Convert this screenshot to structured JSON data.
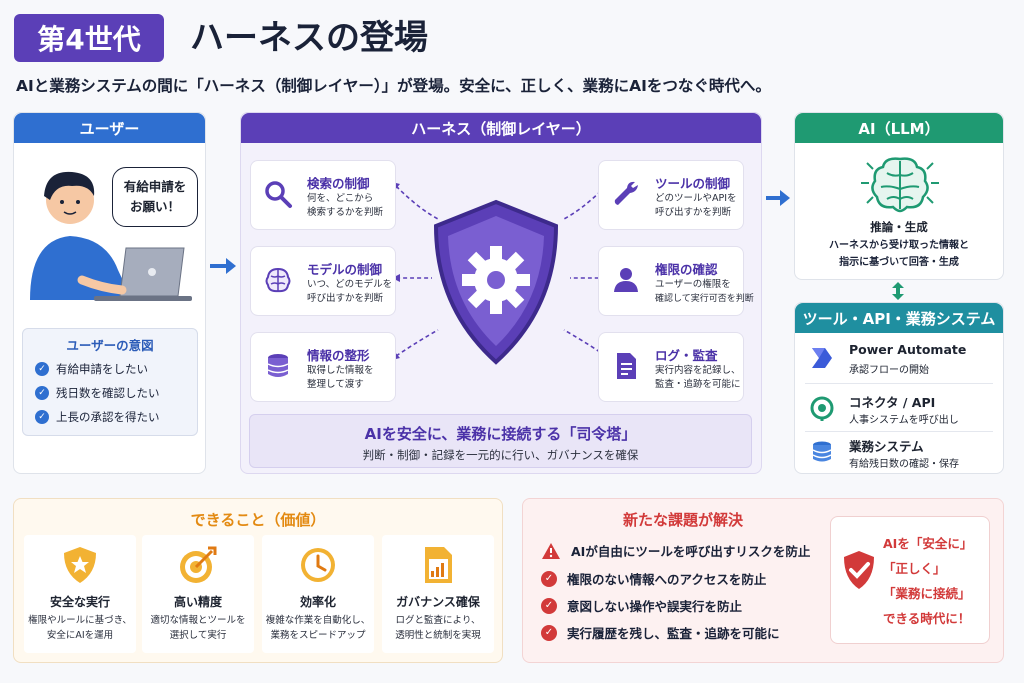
{
  "header": {
    "badge": "第4世代",
    "title": "ハーネスの登場",
    "subtitle": "AIと業務システムの間に「ハーネス（制御レイヤー）」が登場。安全に、正しく、業務にAIをつなぐ時代へ。"
  },
  "user_panel": {
    "title": "ユーザー",
    "bubble_line1": "有給申請を",
    "bubble_line2": "お願い！",
    "intent_title": "ユーザーの意図",
    "intents": [
      "有給申請をしたい",
      "残日数を確認したい",
      "上長の承認を得たい"
    ]
  },
  "harness_panel": {
    "title": "ハーネス（制御レイヤー）",
    "controls": [
      {
        "title": "検索の制御",
        "line1": "何を、どこから",
        "line2": "検索するかを判断",
        "icon": "search-icon"
      },
      {
        "title": "モデルの制御",
        "line1": "いつ、どのモデルを",
        "line2": "呼び出すかを判断",
        "icon": "brain-icon"
      },
      {
        "title": "情報の整形",
        "line1": "取得した情報を",
        "line2": "整理して渡す",
        "icon": "database-icon"
      },
      {
        "title": "ツールの制御",
        "line1": "どのツールやAPIを",
        "line2": "呼び出すかを判断",
        "icon": "wrench-icon"
      },
      {
        "title": "権限の確認",
        "line1": "ユーザーの権限を",
        "line2": "確認して実行可否を判断",
        "icon": "user-icon"
      },
      {
        "title": "ログ・監査",
        "line1": "実行内容を記録し、",
        "line2": "監査・追跡を可能に",
        "icon": "document-icon"
      }
    ],
    "command_title": "AIを安全に、業務に接続する「司令塔」",
    "command_sub": "判断・制御・記録を一元的に行い、ガバナンスを確保"
  },
  "ai_panel": {
    "title": "AI（LLM）",
    "label": "推論・生成",
    "desc_line1": "ハーネスから受け取った情報と",
    "desc_line2": "指示に基づいて回答・生成"
  },
  "tools_panel": {
    "title": "ツール・API・業務システム",
    "items": [
      {
        "title": "Power Automate",
        "desc": "承認フローの開始",
        "icon": "power-automate-icon"
      },
      {
        "title": "コネクタ / API",
        "desc": "人事システムを呼び出し",
        "icon": "connector-icon"
      },
      {
        "title": "業務システム",
        "desc": "有給残日数の確認・保存",
        "icon": "database-icon"
      }
    ]
  },
  "value_panel": {
    "title": "できること（価値）",
    "items": [
      {
        "title": "安全な実行",
        "line1": "権限やルールに基づき、",
        "line2": "安全にAIを運用",
        "icon": "shield-star-icon"
      },
      {
        "title": "高い精度",
        "line1": "適切な情報とツールを",
        "line2": "選択して実行",
        "icon": "target-icon"
      },
      {
        "title": "効率化",
        "line1": "複雑な作業を自動化し、",
        "line2": "業務をスピードアップ",
        "icon": "clock-icon"
      },
      {
        "title": "ガバナンス確保",
        "line1": "ログと監査により、",
        "line2": "透明性と統制を実現",
        "icon": "report-icon"
      }
    ]
  },
  "solve_panel": {
    "title": "新たな課題が解決",
    "items": [
      "AIが自由にツールを呼び出すリスクを防止",
      "権限のない情報へのアクセスを防止",
      "意図しない操作や誤実行を防止",
      "実行履歴を残し、監査・追跡を可能に"
    ],
    "slogan": [
      "AIを「安全に」",
      "「正しく」",
      "「業務に接続」",
      "できる時代に！"
    ]
  },
  "colors": {
    "purple": "#5b3fb7",
    "blue": "#2f6fd0",
    "green": "#1f9a72",
    "teal": "#1f8fa0",
    "orange": "#e38a12",
    "red": "#d23a3a"
  }
}
